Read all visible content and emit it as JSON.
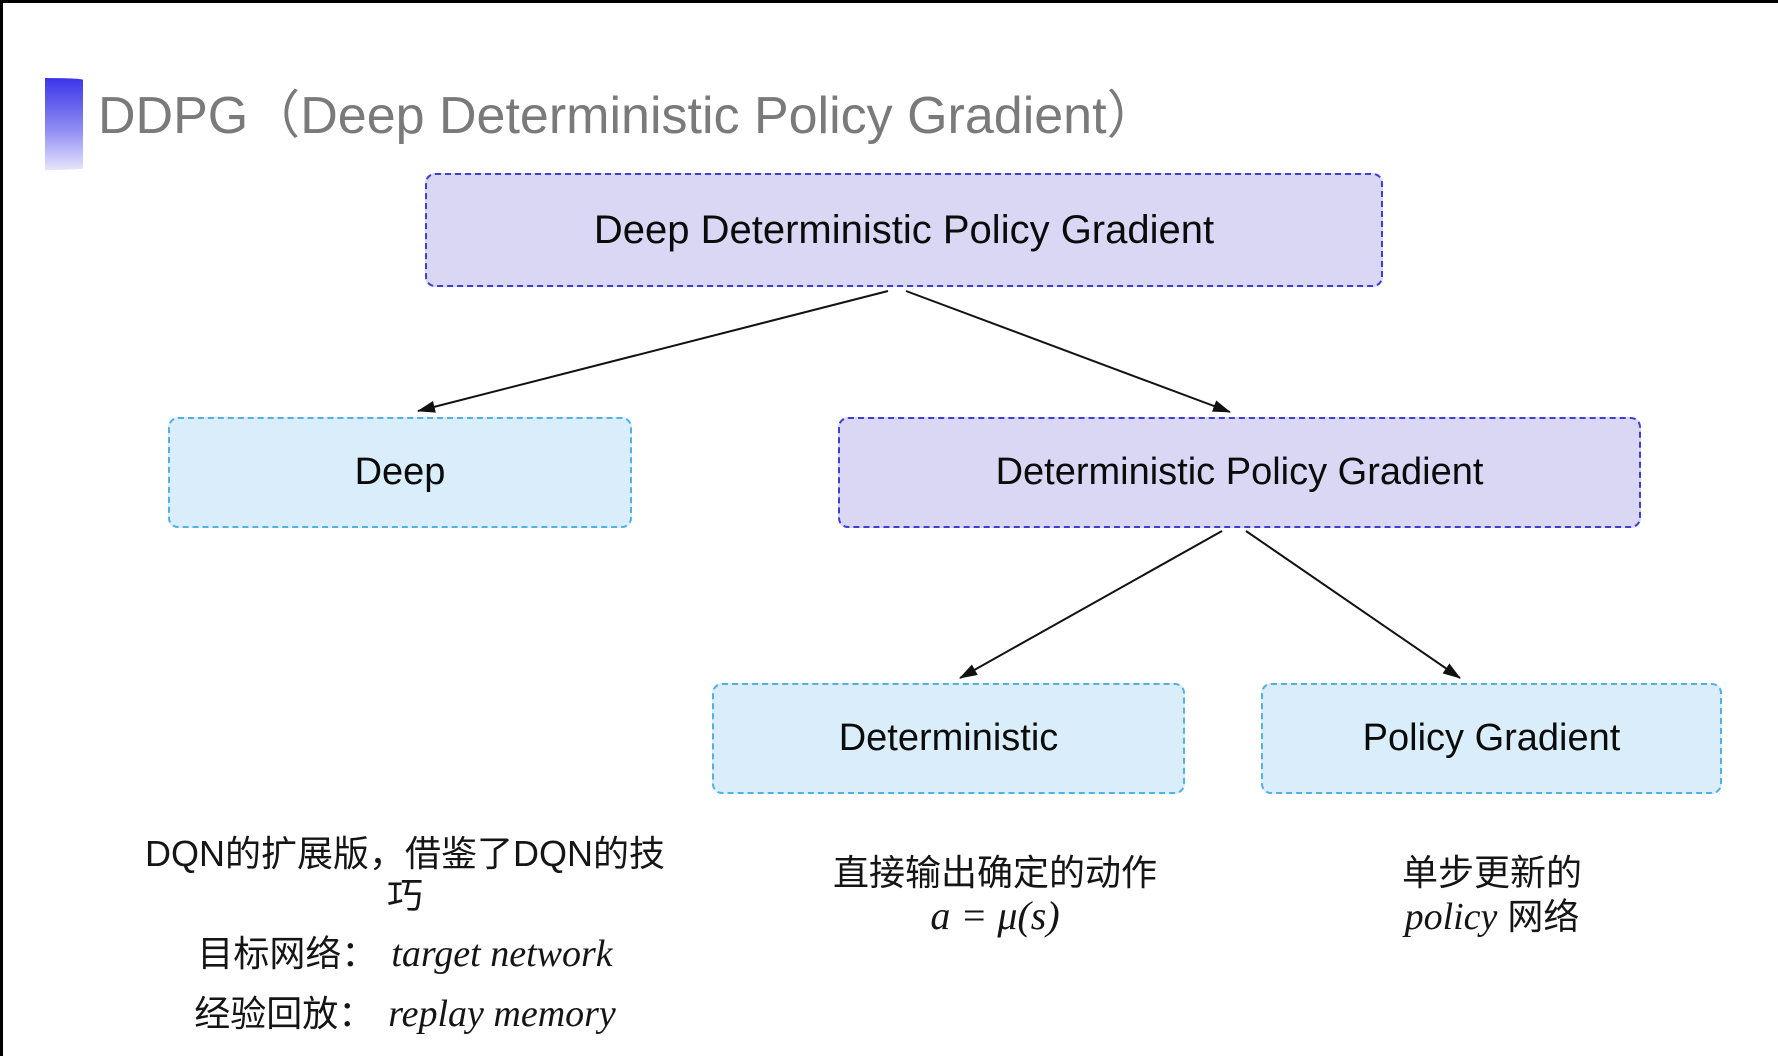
{
  "page": {
    "title": "DDPG（Deep Deterministic Policy Gradient）"
  },
  "colors": {
    "purple_fill": "#dad7f5",
    "purple_border": "#3e3ed2",
    "cyan_fill": "#d9eefa",
    "cyan_border": "#55b0e0",
    "title_gray": "#7a7a7a",
    "arrow": "#111111",
    "accent_top": "#3a36e9"
  },
  "diagram": {
    "type": "tree",
    "nodes": [
      {
        "id": "ddpg",
        "label": "Deep Deterministic Policy Gradient",
        "variant": "purple"
      },
      {
        "id": "deep",
        "label": "Deep",
        "variant": "cyan"
      },
      {
        "id": "dpg",
        "label": "Deterministic Policy Gradient",
        "variant": "purple"
      },
      {
        "id": "deterministic",
        "label": "Deterministic",
        "variant": "cyan"
      },
      {
        "id": "policy-gradient",
        "label": "Policy Gradient",
        "variant": "cyan"
      }
    ],
    "edges": [
      {
        "from": "ddpg",
        "to": "deep"
      },
      {
        "from": "ddpg",
        "to": "dpg"
      },
      {
        "from": "dpg",
        "to": "deterministic"
      },
      {
        "from": "dpg",
        "to": "policy-gradient"
      }
    ]
  },
  "notes": {
    "deep": {
      "line1": "DQN的扩展版，借鉴了DQN的技巧",
      "line2_label": "目标网络：",
      "line2_term": "target network",
      "line3_label": "经验回放：",
      "line3_term": "replay memory"
    },
    "deterministic": {
      "line1": "直接输出确定的动作",
      "formula": "a = μ(s)"
    },
    "policy_gradient": {
      "line1": "单步更新的",
      "line2_term": "policy",
      "line2_suffix": " 网络"
    }
  }
}
